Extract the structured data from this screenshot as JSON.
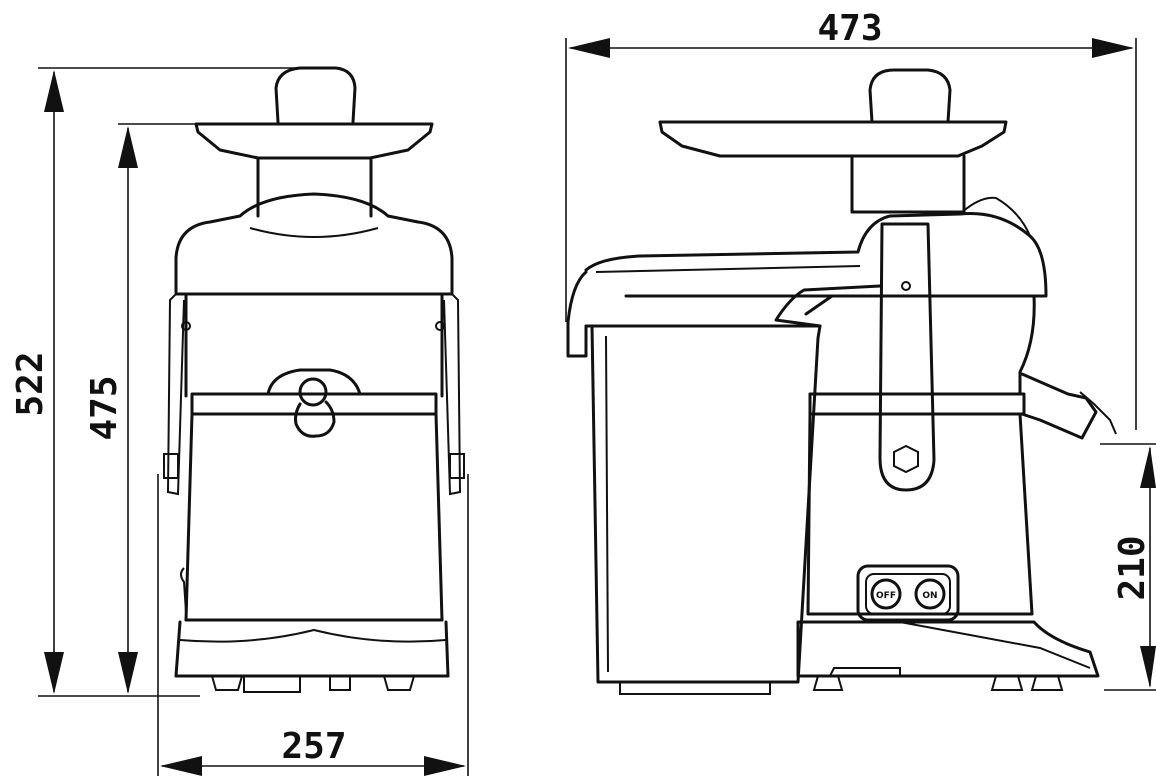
{
  "diagram": {
    "dimensions": {
      "overall_height": "522",
      "body_height": "475",
      "base_width": "257",
      "overall_depth": "473",
      "spout_height": "210"
    },
    "control_panel": {
      "off_label": "OFF",
      "on_label": "ON"
    },
    "colors": {
      "line": "#111111",
      "background": "#ffffff"
    }
  }
}
